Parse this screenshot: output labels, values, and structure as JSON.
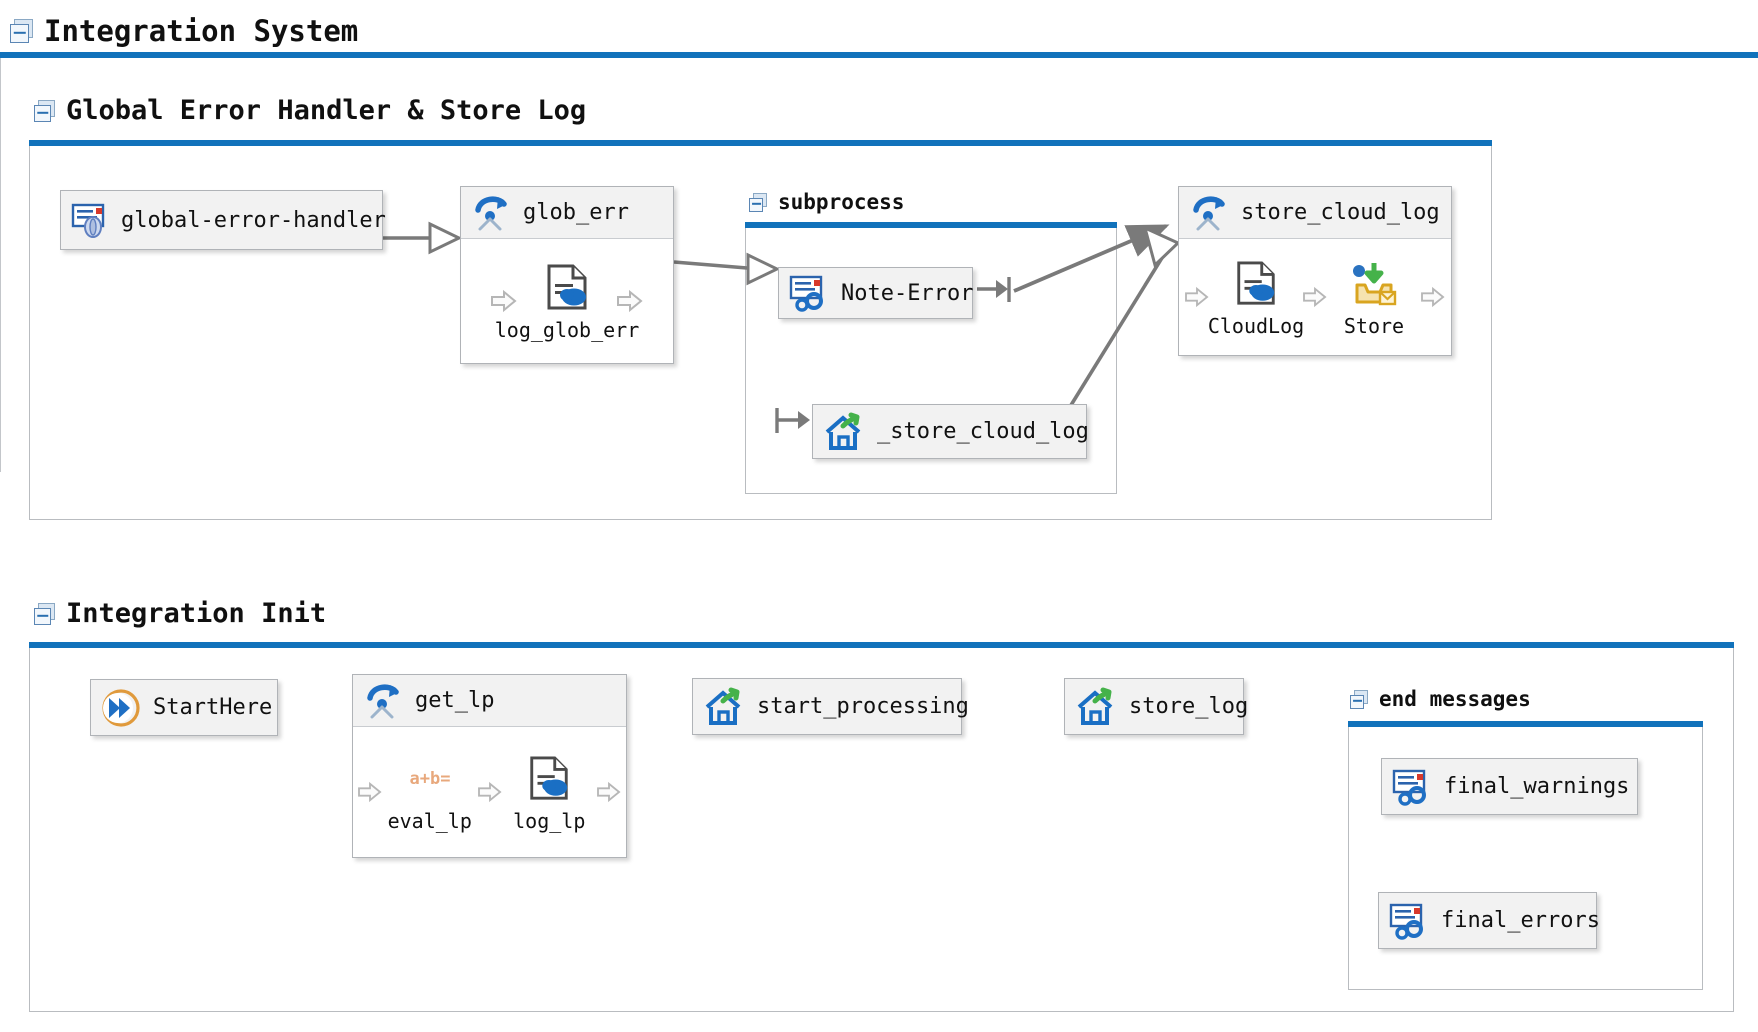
{
  "diagram": {
    "title": "Integration System",
    "sections": [
      {
        "id": "global-error-handler-section",
        "title": "Global Error Handler & Store Log",
        "subgroup_title": "subprocess",
        "nodes": [
          {
            "id": "global-error-handler",
            "label": "global-error-handler",
            "icon": "message-bug-icon"
          },
          {
            "id": "glob_err",
            "label": "glob_err",
            "icon": "route-icon",
            "children": [
              {
                "label": "log_glob_err",
                "icon": "cloud-log-icon"
              }
            ]
          },
          {
            "id": "note-error",
            "label": "Note-Error",
            "icon": "message-gears-icon"
          },
          {
            "id": "_store_cloud_log",
            "label": "_store_cloud_log",
            "icon": "home-green-arrow-icon"
          },
          {
            "id": "store_cloud_log",
            "label": "store_cloud_log",
            "icon": "route-icon",
            "children": [
              {
                "label": "CloudLog",
                "icon": "cloud-log-icon"
              },
              {
                "label": "Store",
                "icon": "store-inbox-icon"
              }
            ]
          }
        ]
      },
      {
        "id": "integration-init-section",
        "title": "Integration Init",
        "subgroup_title": "end messages",
        "nodes": [
          {
            "id": "starthere",
            "label": "StartHere",
            "icon": "start-chevron-icon"
          },
          {
            "id": "get_lp",
            "label": "get_lp",
            "icon": "route-icon",
            "children": [
              {
                "label": "eval_lp",
                "icon": "formula-icon"
              },
              {
                "label": "log_lp",
                "icon": "cloud-log-icon"
              }
            ]
          },
          {
            "id": "start_processing",
            "label": "start_processing",
            "icon": "home-green-arrow-icon"
          },
          {
            "id": "store_log",
            "label": "store_log",
            "icon": "home-green-arrow-icon"
          },
          {
            "id": "final_warnings",
            "label": "final_warnings",
            "icon": "message-gears-icon"
          },
          {
            "id": "final_errors",
            "label": "final_errors",
            "icon": "message-gears-icon"
          }
        ]
      }
    ],
    "colors": {
      "accent_bar": "#1172bb",
      "node_border": "#b0b3b7",
      "node_header_bg": "#f2f2f2",
      "connector": "#7a7a7a",
      "icon_blue": "#1f6fc4",
      "icon_green": "#45b24a",
      "icon_orange": "#e8a87c",
      "icon_red": "#d8392b",
      "icon_gold": "#d9a520"
    }
  }
}
